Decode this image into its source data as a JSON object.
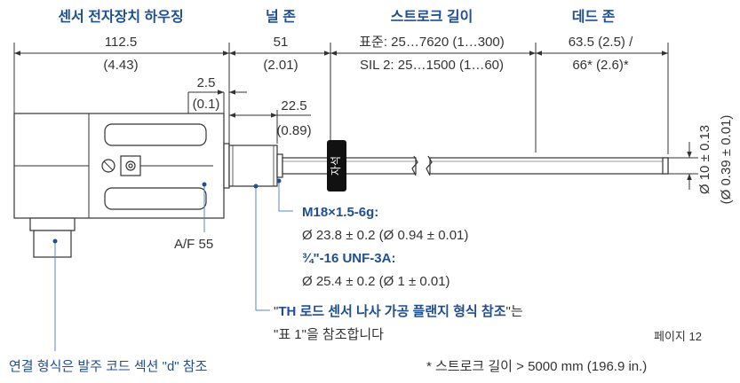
{
  "headers": {
    "housing": "센서 전자장치 하우징",
    "null_zone": "널 존",
    "stroke_length": "스트로크 길이",
    "dead_zone": "데드 존"
  },
  "dims": {
    "housing_mm": "112.5",
    "housing_in": "(4.43)",
    "null_mm": "51",
    "null_in": "(2.01)",
    "stroke_std": "표준: 25…7620 (1…300)",
    "stroke_sil": "SIL 2: 25…1500 (1…60)",
    "dead_1": "63.5 (2.5) /",
    "dead_2": "66* (2.6)*",
    "flange_mm": "2.5",
    "flange_in": "(0.1)",
    "thread_mm": "22.5",
    "thread_in": "(0.89)",
    "rod_dia_mm": "Ø 10 ± 0.13",
    "rod_dia_in": "(Ø 0.39 ± 0.01)",
    "af": "A/F 55"
  },
  "magnet_label": "자석",
  "thread_notes": {
    "m18_title": "M18×1.5-6g:",
    "m18_value": "Ø 23.8 ± 0.2 (Ø 0.94 ± 0.01)",
    "unf_title": "¾\"-16 UNF-3A:",
    "unf_value": "Ø 25.4 ± 0.2 (Ø 1 ± 0.01)"
  },
  "flange_note": {
    "open_quote": "\"",
    "bold_text": "TH 로드 센서 나사 가공 플랜지 형식 참조",
    "suffix": "\"는",
    "line2": "\"표 1\"을 참조합니다"
  },
  "connector_note": "연결 형식은 발주 코드 섹션 \"d\" 참조",
  "footnote": "* 스트로크 길이 > 5000 mm (196.9 in.)",
  "page_ref": "페이지 12",
  "colors": {
    "accent": "#1d4f91",
    "line": "#333333",
    "callout": "#5a86c5",
    "body_fill": "#ffffff",
    "magnet": "#111111"
  }
}
